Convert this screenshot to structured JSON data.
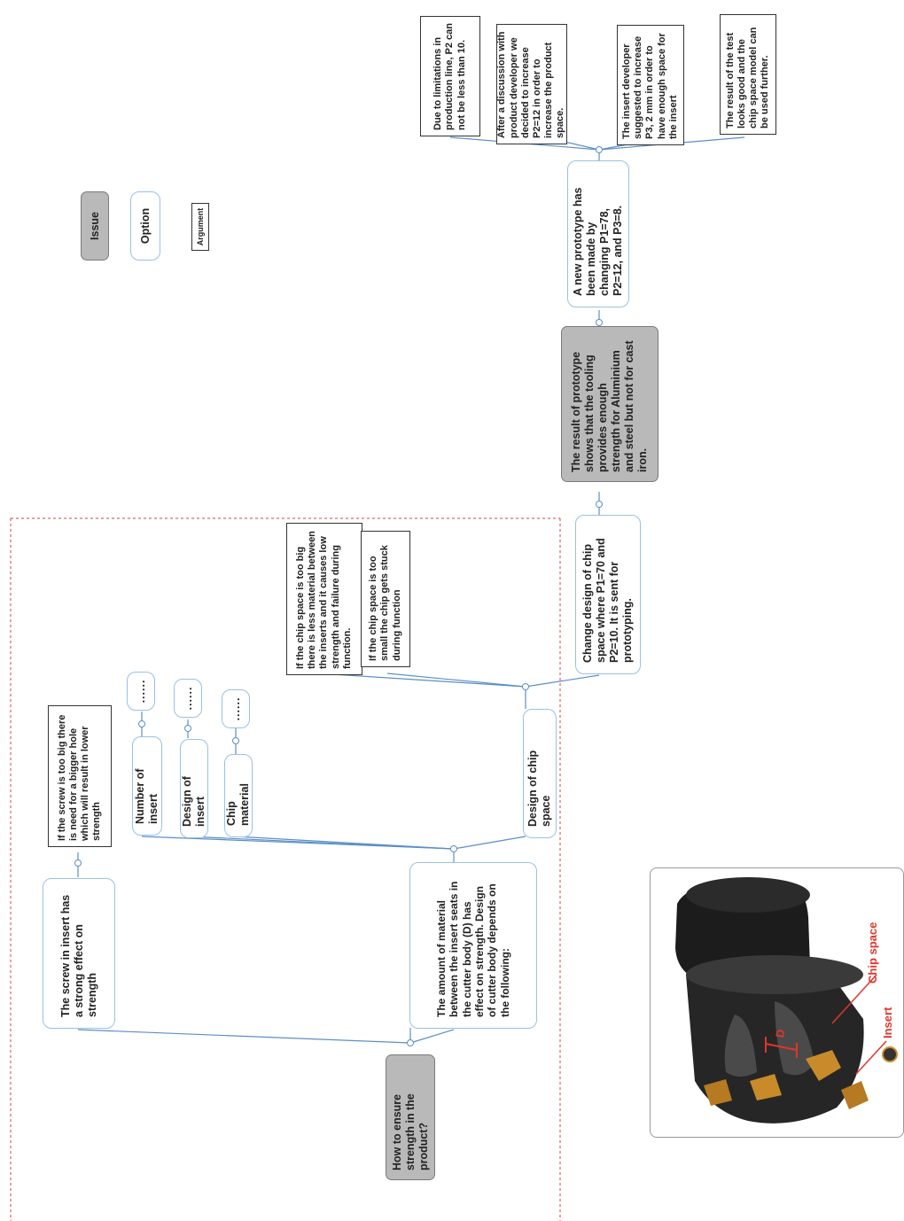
{
  "legend": {
    "issue": "Issue",
    "option": "Option",
    "argument": "Argument"
  },
  "issues": {
    "main": "How to ensure strength in the product?",
    "prototype_result": "The result of prototype shows that the tooling provides enough strength for Aluminium and steel but not for cast iron."
  },
  "options": {
    "screw": "The screw in insert has a strong effect on strength",
    "material": "The amount of material between the insert seats in the cutter body (D) has effect on strength. Design of cutter body depends on the following:",
    "number_insert": "Number of insert",
    "design_insert": "Design of insert",
    "chip_material": "Chip material",
    "chip_space": "Design of chip space",
    "placeholder": "......",
    "change_design": "Change design of chip space where P1=70 and P2=10. It is sent for prototyping.",
    "new_prototype": "A new prototype has been made by changing P1=78, P2=12, and P3=8."
  },
  "arguments": {
    "screw_big": "If the screw is too big there is need for a bigger hole which will result in lower strength",
    "chip_big": "If the chip space is too big there is less material between the inserts and it causes low strength and failure during function.",
    "chip_small": "If the chip space is too small the chip gets stuck during function",
    "p2_limit": "Due to limitations in production line, P2 can not be less than 10.",
    "p2_increase": "After a discussion with product developer we decided to increase P2=12 in order to increase the product space.",
    "p3_increase": "The insert developer suggested to increase P3, 2 mm in order to have enough space for the insert",
    "test_result": "The result of the test looks good and the chip space model can be used further."
  },
  "photo": {
    "chip_space_label": "Chip space",
    "insert_label": "Insert",
    "d_label": "D"
  },
  "colors": {
    "issue_fill": "#b9b9b9",
    "option_border": "#9ac0e6",
    "connector": "#5b8fc7",
    "boundary": "#d94040",
    "annotation": "#e0352b",
    "accent": "#f07a1a"
  }
}
